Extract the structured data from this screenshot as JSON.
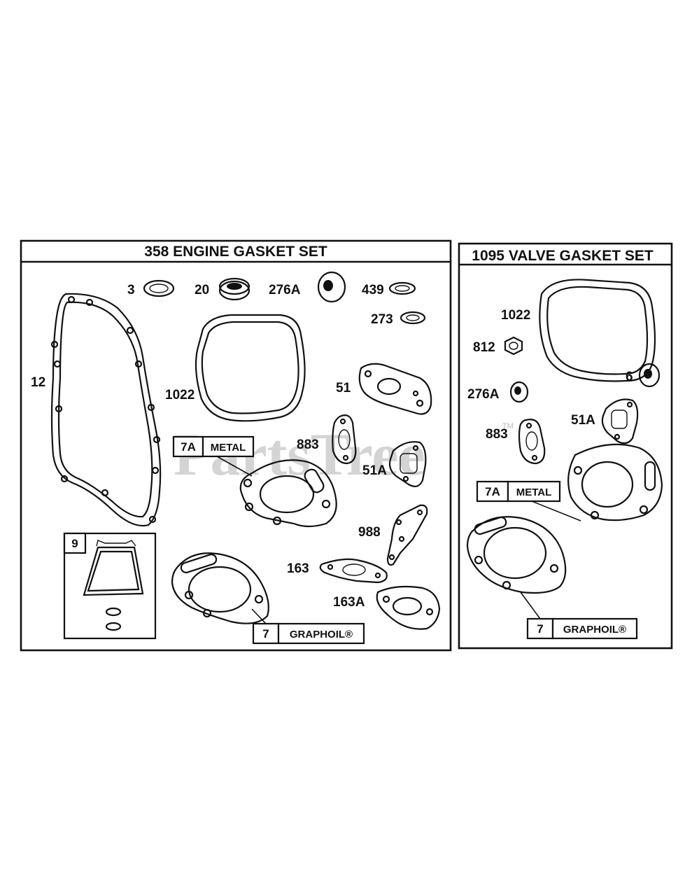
{
  "watermark": "PartsTree",
  "watermark_tm": "TM",
  "engine_set": {
    "title": "358  ENGINE GASKET SET",
    "labels": {
      "p3": "3",
      "p20": "20",
      "p276a": "276A",
      "p439": "439",
      "p273": "273",
      "p12": "12",
      "p1022": "1022",
      "p51": "51",
      "p883": "883",
      "p51a": "51A",
      "p988": "988",
      "p163": "163",
      "p163a": "163A",
      "p9": "9"
    },
    "tag_7a": {
      "num": "7A",
      "text": "METAL"
    },
    "tag_7": {
      "num": "7",
      "text": "GRAPHOIL®"
    }
  },
  "valve_set": {
    "title": "1095 VALVE GASKET SET",
    "labels": {
      "p1022": "1022",
      "p812": "812",
      "p6": "6",
      "p276a": "276A",
      "p883": "883",
      "p51a": "51A"
    },
    "tag_7a": {
      "num": "7A",
      "text": "METAL"
    },
    "tag_7": {
      "num": "7",
      "text": "GRAPHOIL®"
    }
  }
}
